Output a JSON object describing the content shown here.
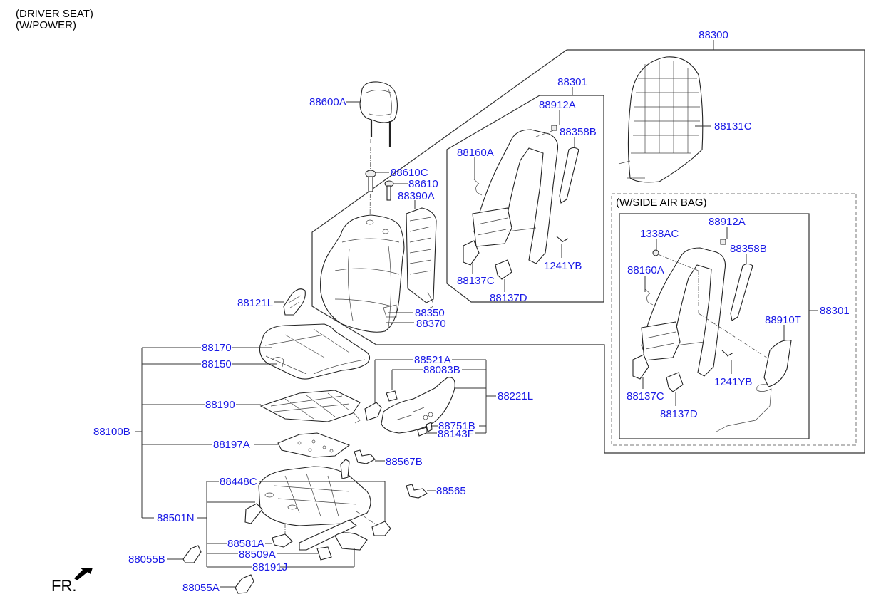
{
  "header": {
    "line1": "(DRIVER SEAT)",
    "line2": "(W/POWER)"
  },
  "notes": {
    "side_air_bag": "(W/SIDE AIR BAG)",
    "front_direction": "FR."
  },
  "colors": {
    "part_label": "#1a1ae6",
    "line": "#333333",
    "background": "#ffffff"
  },
  "parts": {
    "p88300": "88300",
    "p88301_top": "88301",
    "p88301_side": "88301",
    "p88600A": "88600A",
    "p88610C": "88610C",
    "p88610": "88610",
    "p88390A": "88390A",
    "p88912A_1": "88912A",
    "p88358B_1": "88358B",
    "p88160A_1": "88160A",
    "p88137C_1": "88137C",
    "p88137D_1": "88137D",
    "p1241YB_1": "1241YB",
    "p88131C": "88131C",
    "p88912A_2": "88912A",
    "p1338AC": "1338AC",
    "p88358B_2": "88358B",
    "p88160A_2": "88160A",
    "p88910T": "88910T",
    "p1241YB_2": "1241YB",
    "p88137C_2": "88137C",
    "p88137D_2": "88137D",
    "p88121L": "88121L",
    "p88350": "88350",
    "p88370": "88370",
    "p88170": "88170",
    "p88150": "88150",
    "p88190": "88190",
    "p88100B": "88100B",
    "p88197A": "88197A",
    "p88521A": "88521A",
    "p88083B": "88083B",
    "p88221L": "88221L",
    "p88751B": "88751B",
    "p88143F": "88143F",
    "p88567B": "88567B",
    "p88565": "88565",
    "p88448C": "88448C",
    "p88501N": "88501N",
    "p88581A": "88581A",
    "p88509A": "88509A",
    "p88191J": "88191J",
    "p88055B": "88055B",
    "p88055A": "88055A"
  }
}
